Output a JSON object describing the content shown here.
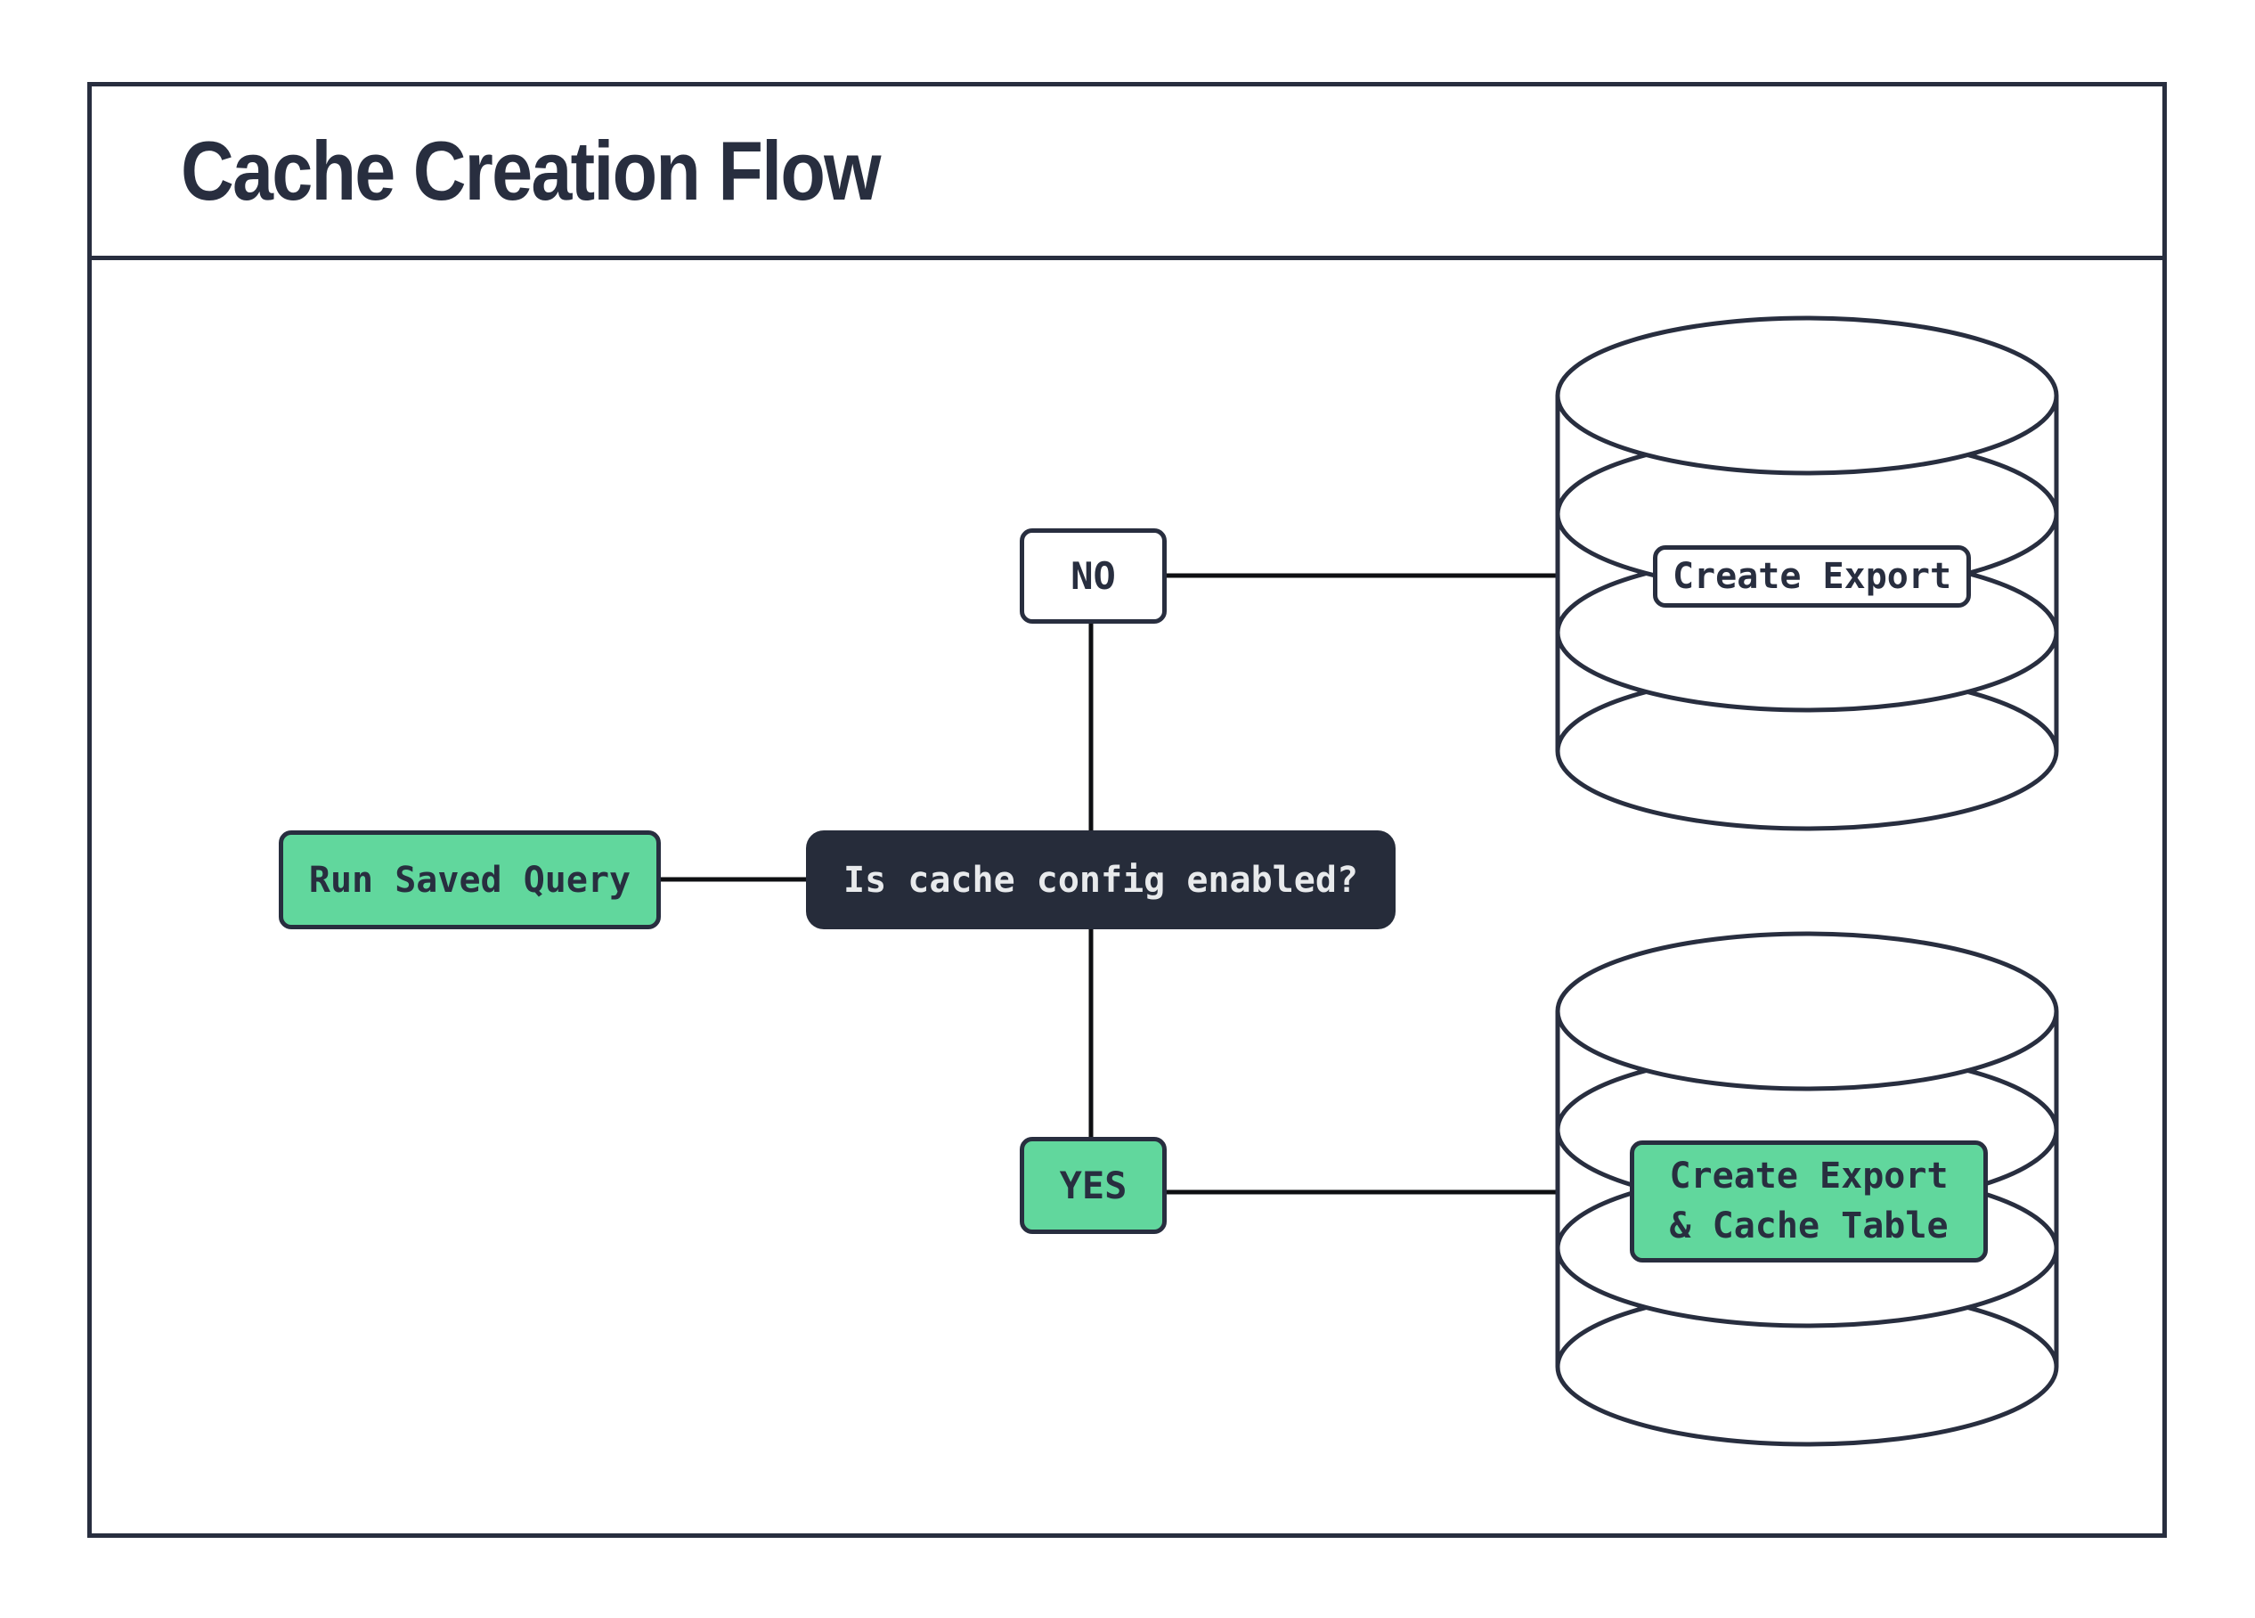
{
  "title": "Cache Creation Flow",
  "colors": {
    "ink": "#282e3f",
    "connector": "#0e0f12",
    "green": "#61d79d",
    "dark_fill": "#262c3a",
    "light_text": "#e8eaec",
    "background": "#ffffff"
  },
  "flow": {
    "start": {
      "label": "Run Saved Query"
    },
    "decision": {
      "label": "Is cache config enabled?"
    },
    "branch_no": {
      "label": "NO"
    },
    "branch_yes": {
      "label": "YES"
    },
    "no_result": {
      "label": "Create Export"
    },
    "yes_result": {
      "line1": "Create Export",
      "line2": "& Cache Table"
    }
  }
}
